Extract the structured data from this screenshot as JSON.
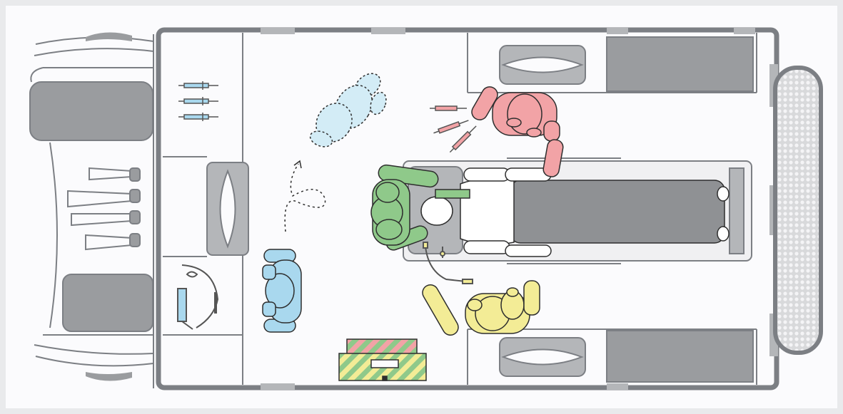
{
  "diagram": {
    "type": "ambulance-interior-top-view",
    "text_labels": [],
    "figures": [
      {
        "role": "operator-at-head",
        "color": "#8fc98a"
      },
      {
        "role": "operator-at-right-side",
        "color": "#f2a3a6"
      },
      {
        "role": "operator-at-left-side",
        "color": "#f3ec96"
      },
      {
        "role": "operator-in-seat-moving",
        "color": "#a9d8ee"
      },
      {
        "role": "patient-on-stretcher",
        "color": "#ffffff"
      }
    ],
    "colors": {
      "wall": "#7c7f84",
      "cabinet": "#9a9c9f",
      "floor": "#fbfbfd",
      "green": "#8fc98a",
      "red": "#f2a3a6",
      "yellow": "#f3ec96",
      "blue": "#a9d8ee"
    }
  }
}
